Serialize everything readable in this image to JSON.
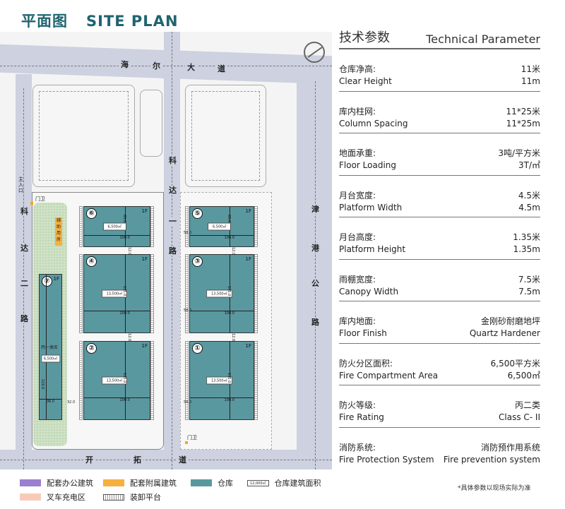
{
  "title": {
    "zh": "平面图",
    "en": "SITE PLAN"
  },
  "roads": {
    "top": [
      "海",
      "尔",
      "大",
      "道"
    ],
    "center": [
      "科",
      "达",
      "一",
      "路"
    ],
    "left": [
      "科",
      "达",
      "二",
      "路"
    ],
    "right": [
      "津",
      "港",
      "公",
      "路"
    ],
    "bottom": [
      "开",
      "拓",
      "道"
    ]
  },
  "labels": {
    "main_entrance": "主入口",
    "guard": "门卫",
    "aux": "辅助用房",
    "b7_type": "丙一类库"
  },
  "buildings": [
    {
      "num": "①",
      "floor": "1F",
      "area": "13,500㎡",
      "width": "100.0",
      "depth": "135.0"
    },
    {
      "num": "②",
      "floor": "1F",
      "area": "13,500㎡",
      "width": "100.0",
      "depth": "135.0"
    },
    {
      "num": "③",
      "floor": "1F",
      "area": "13,500㎡",
      "width": "100.0",
      "depth": "135.0"
    },
    {
      "num": "④",
      "floor": "1F",
      "area": "13,500㎡",
      "width": "100.0",
      "depth": "135.0"
    },
    {
      "num": "⑤",
      "floor": "1F",
      "area": "6,500㎡",
      "width": "100.0",
      "depth": "65.0"
    },
    {
      "num": "⑥",
      "floor": "1F",
      "area": "6,500㎡",
      "width": "100.0",
      "depth": "65.0"
    },
    {
      "num": "⑦",
      "floor": "1F",
      "area": "6,500㎡",
      "width": "36.0",
      "depth": "220.0"
    }
  ],
  "dims": {
    "road_gap": "58.0",
    "side_gap": "32.0",
    "row_gap": "12.0"
  },
  "panel": {
    "title_zh": "技术参数",
    "title_en": "Technical Parameter",
    "rows": [
      {
        "zh": "仓库净高:",
        "zh_val": "11米",
        "en": "Clear Height",
        "en_val": "11m"
      },
      {
        "zh": "库内柱网:",
        "zh_val": "11*25米",
        "en": "Column Spacing",
        "en_val": "11*25m"
      },
      {
        "zh": "地面承重:",
        "zh_val": "3吨/平方米",
        "en": "Floor Loading",
        "en_val": "3T/㎡"
      },
      {
        "zh": "月台宽度:",
        "zh_val": "4.5米",
        "en": "Platform Width",
        "en_val": "4.5m"
      },
      {
        "zh": "月台高度:",
        "zh_val": "1.35米",
        "en": "Platform Height",
        "en_val": "1.35m"
      },
      {
        "zh": "雨棚宽度:",
        "zh_val": "7.5米",
        "en": "Canopy Width",
        "en_val": "7.5m"
      },
      {
        "zh": "库内地面:",
        "zh_val": "金刚砂耐磨地坪",
        "en": "Floor Finish",
        "en_val": "Quartz Hardener"
      },
      {
        "zh": "防火分区面积:",
        "zh_val": "6,500平方米",
        "en": "Fire Compartment Area",
        "en_val": "6,500㎡"
      },
      {
        "zh": "防火等级:",
        "zh_val": "丙二类",
        "en": "Fire Rating",
        "en_val": "Class C- II"
      },
      {
        "zh": "消防系统:",
        "zh_val": "消防预作用系统",
        "en": "Fire Protection System",
        "en_val": "Fire prevention system"
      }
    ],
    "note": "*具体参数以现场实际为准"
  },
  "legend": [
    {
      "label": "配套办公建筑",
      "color": "#9b7fd0"
    },
    {
      "label": "配套附属建筑",
      "color": "#f5b040"
    },
    {
      "label": "仓库",
      "color": "#5a98a0"
    },
    {
      "label": "仓库建筑面积",
      "sample": "12,000㎡"
    },
    {
      "label": "叉车充电区",
      "color": "#f8cbb8"
    },
    {
      "label": "装卸平台"
    }
  ]
}
